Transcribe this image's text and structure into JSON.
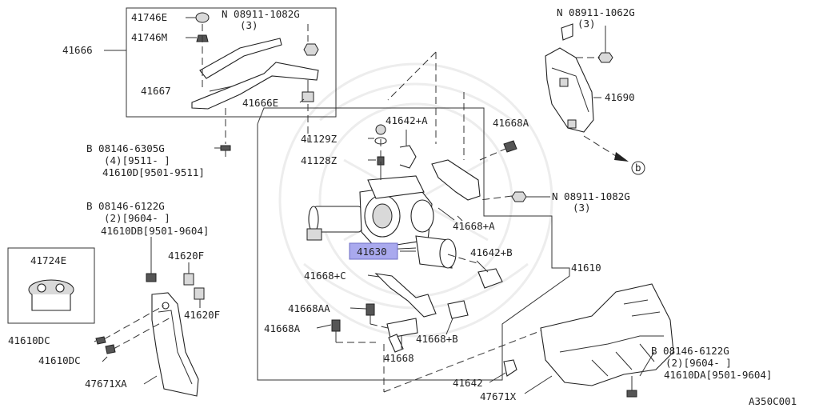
{
  "figure_code": "A350C001",
  "labels": {
    "p41746E": "41746E",
    "n08911_1082G_top": "N 08911-1082G",
    "qty3_a": "(3)",
    "p41746M": "41746M",
    "p41666": "41666",
    "p41667": "41667",
    "p41666E": "41666E",
    "b08146_6305G": "B 08146-6305G",
    "qty4_9511": "(4)[9511-    ]",
    "p41610D": "41610D[9501-9511]",
    "b08146_6122G_left": "B 08146-6122G",
    "qty2_9604_left": "(2)[9604-    ]",
    "p41610DB": "41610DB[9501-9604]",
    "p41724E": "41724E",
    "p41620F_a": "41620F",
    "p41620F_b": "41620F",
    "p41610DC_a": "41610DC",
    "p41610DC_b": "41610DC",
    "p47671XA": "47671XA",
    "p41642A": "41642+A",
    "p41129Z": "41129Z",
    "p41128Z": "41128Z",
    "p41668A_top": "41668A",
    "p41668_A": "41668+A",
    "p41630": "41630",
    "p41642B": "41642+B",
    "p41610": "41610",
    "p41668_C": "41668+C",
    "p41668AA": "41668AA",
    "p41668A_low": "41668A",
    "p41668_B": "41668+B",
    "p41668": "41668",
    "p41642": "41642",
    "p47671X": "47671X",
    "n08911_1062G": "N 08911-1062G",
    "qty3_b": "(3)",
    "p41690": "41690",
    "ref_b": "b",
    "n08911_1082G_right": "N 08911-1082G",
    "qty3_c": "(3)",
    "b08146_6122G_right": "B 08146-6122G",
    "qty2_9604_right": "(2)[9604-    ]",
    "p41610DA": "41610DA[9501-9604]"
  },
  "highlighted_part": "41630",
  "colors": {
    "highlight": "#a9a9ee",
    "line": "#333333",
    "background": "#ffffff"
  }
}
